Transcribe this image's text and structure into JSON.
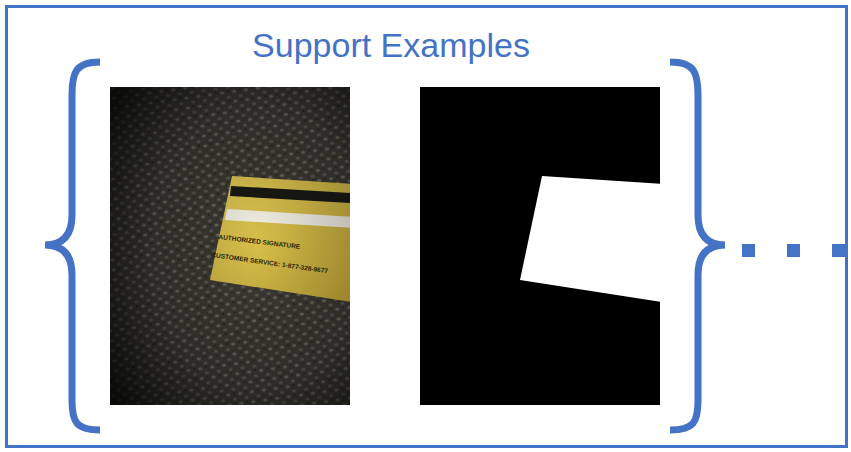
{
  "diagram": {
    "nodes": [
      {
        "text": [
          "Support Examples"
        ]
      }
    ],
    "labels": [
      "AUTHORIZED SIGNATURE",
      "CUSTOMER SERVICE: 1-877-328-9677"
    ]
  }
}
